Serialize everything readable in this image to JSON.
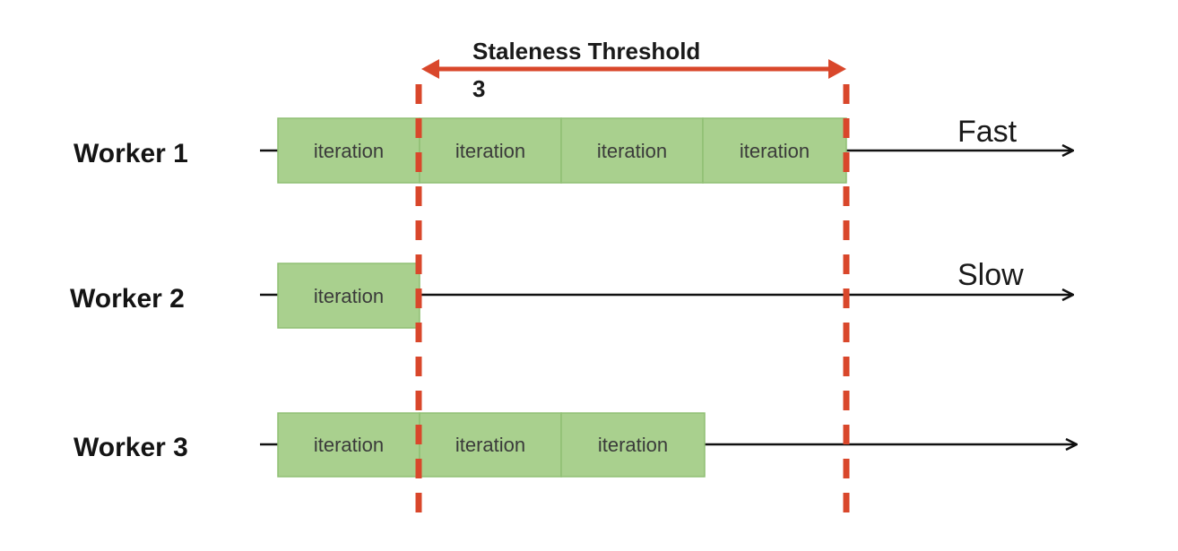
{
  "diagram": {
    "threshold_title": "Staleness  Threshold",
    "threshold_value": "3",
    "colors": {
      "iteration_fill": "#a9d08e",
      "iteration_border": "#8fbf73",
      "threshold_line": "#d9472b",
      "timeline": "#111111"
    },
    "workers": [
      {
        "name": "Worker 1",
        "speed_label": "Fast",
        "iterations": [
          "iteration",
          "iteration",
          "iteration",
          "iteration"
        ]
      },
      {
        "name": "Worker 2",
        "speed_label": "Slow",
        "iterations": [
          "iteration"
        ]
      },
      {
        "name": "Worker 3",
        "speed_label": "",
        "iterations": [
          "iteration",
          "iteration",
          "iteration"
        ]
      }
    ]
  }
}
